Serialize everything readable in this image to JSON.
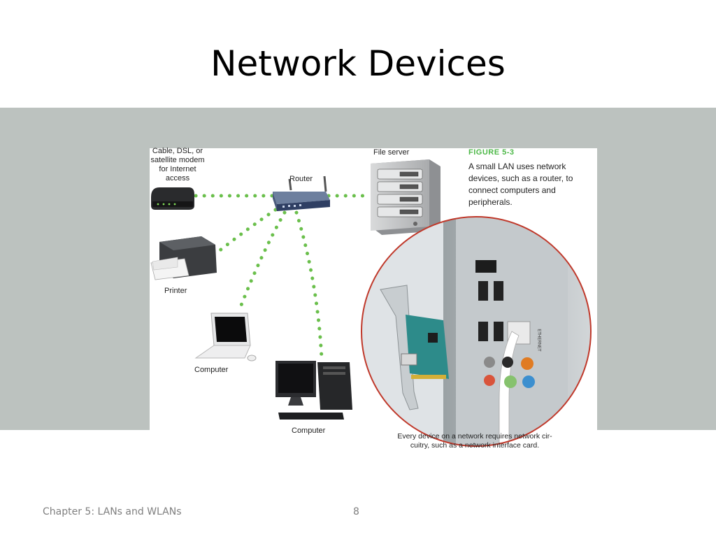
{
  "slide": {
    "title": "Network Devices",
    "footer": "Chapter 5: LANs and WLANs",
    "page_number": "8"
  },
  "figure": {
    "label": "FIGURE 5-3",
    "caption": "A small LAN uses network devices, such as a router, to connect computers and peripherals.",
    "devices": {
      "modem_line1": "Cable, DSL, or",
      "modem_line2": "satellite modem",
      "modem_line3": "for Internet",
      "modem_line4": "access",
      "router": "Router",
      "file_server": "File server",
      "printer": "Printer",
      "laptop": "Computer",
      "desktop": "Computer"
    },
    "nic_caption_line1": "Every device on a network requires network cir-",
    "nic_caption_line2": "cuitry, such as a network interface card.",
    "port_label": "ETHERNET"
  },
  "colors": {
    "link_dots": "#6abf4b",
    "figure_label": "#4db848",
    "band": "#bcc2bf",
    "circle_border": "#c0392b"
  }
}
